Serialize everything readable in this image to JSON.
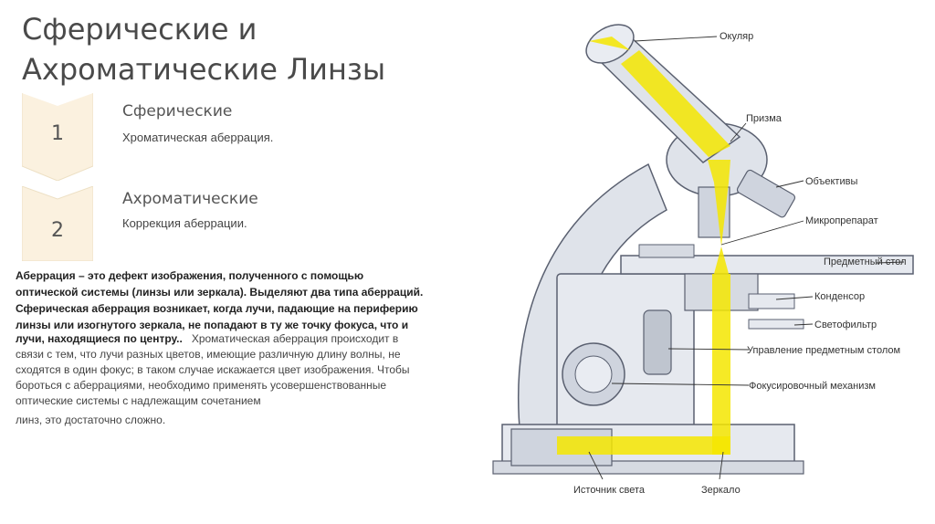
{
  "title": {
    "line1": "Сферические и",
    "line2": "Ахроматические Линзы"
  },
  "steps": [
    {
      "number": "1",
      "title": "Сферические",
      "description": "Хроматическая аберрация."
    },
    {
      "number": "2",
      "title": "Ахроматические",
      "description": "Коррекция аберрации."
    }
  ],
  "paragraph1": "Аберрация – это дефект изображения, полученного с помощью оптической системы (линзы или зеркала). Выделяют два типа аберраций. Сферическая аберрация возникает, когда лучи, падающие на периферию линзы или изогнутого зеркала, не попадают в ту же точку фокуса, что и",
  "paragraph2": {
    "lead": "лучи, находящиеся по центру..",
    "body": "Хроматическая аберрация происходит в связи с тем, что лучи разных цветов, имеющие различную длину волны, не сходятся в один фокус; в таком случае искажается цвет изображения. Чтобы бороться с аберрациями, необходимо применять усовершенствованные оптические системы с надлежащим сочетанием",
    "tail": "линз, это достаточно сложно."
  },
  "diagram_labels": {
    "eyepiece": "Окуляр",
    "prism": "Призма",
    "objectives": "Объективы",
    "specimen": "Микропрепарат",
    "stage": "Предметный стол",
    "condenser": "Конденсор",
    "filter": "Светофильтр",
    "stage_control": "Управление предметным столом",
    "focus": "Фокусировочный механизм",
    "light_source": "Источник света",
    "mirror": "Зеркало"
  },
  "colors": {
    "light_beam": "#f5e600",
    "body": "#dfe3ea",
    "outline": "#5a6070",
    "step_box": "#fbf1df"
  }
}
